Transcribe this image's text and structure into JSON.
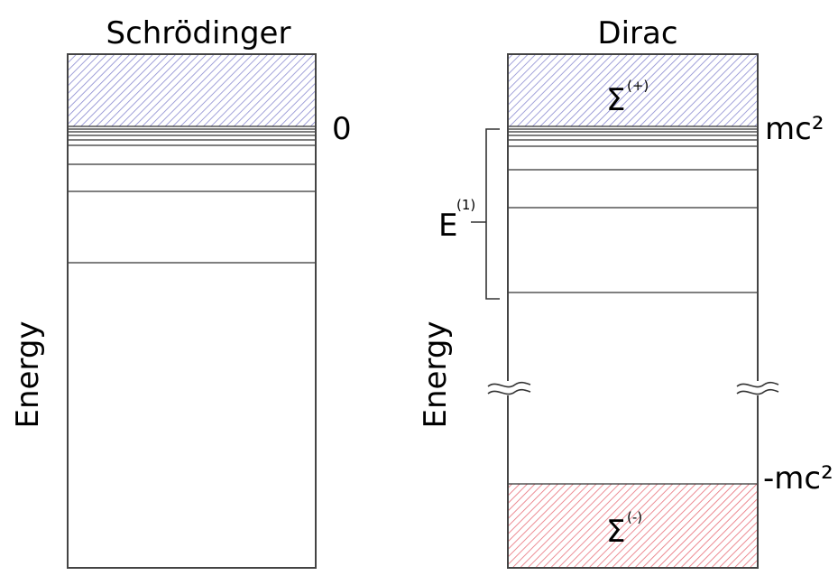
{
  "left_panel": {
    "title": "Schrödinger",
    "axis_label": "Energy",
    "zero_label": "0",
    "continuum_color": "#8a8ad0"
  },
  "right_panel": {
    "title": "Dirac",
    "axis_label": "Energy",
    "upper_limit_label": "mc²",
    "lower_limit_label": "-mc²",
    "positive_continuum": {
      "symbol": "Σ",
      "superscript": "(+)",
      "color": "#8a8ad0"
    },
    "negative_continuum": {
      "symbol": "Σ",
      "superscript": "(-)",
      "color": "#e8707a"
    },
    "bound_states_bracket": {
      "symbol": "E",
      "superscript": "(1)"
    }
  }
}
